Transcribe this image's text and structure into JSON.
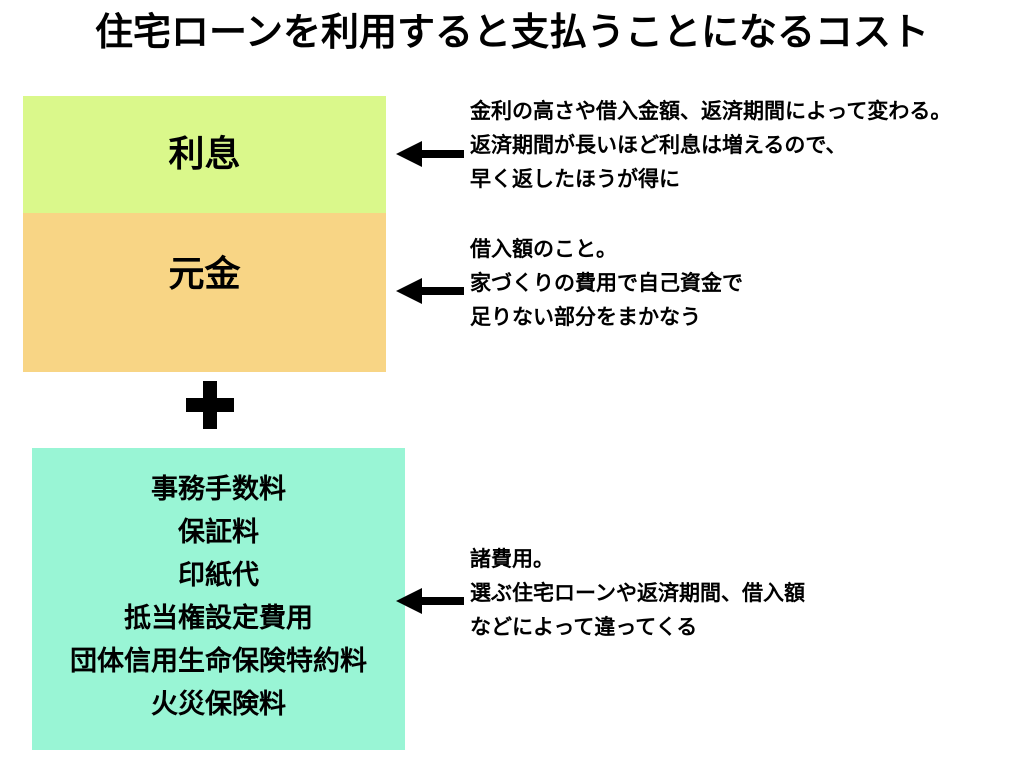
{
  "title": "住宅ローンを利用すると支払うことになるコスト",
  "colors": {
    "interest_block": "#daf88b",
    "principal_block": "#f8d585",
    "fees_block": "#99f5d5",
    "arrow": "#000000",
    "text": "#000000",
    "background": "#ffffff"
  },
  "blocks": {
    "interest": {
      "label": "利息"
    },
    "principal": {
      "label": "元金"
    },
    "operator": {
      "symbol": "+"
    },
    "fees": {
      "items": [
        "事務手数料",
        "保証料",
        "印紙代",
        "抵当権設定費用",
        "団体信用生命保険特約料",
        "火災保険料"
      ]
    }
  },
  "notes": {
    "interest": [
      "金利の高さや借入金額、返済期間によって変わる。",
      "返済期間が長いほど利息は増えるので、",
      "早く返したほうが得に"
    ],
    "principal": [
      "借入額のこと。",
      "家づくりの費用で自己資金で",
      "足りない部分をまかなう"
    ],
    "fees": [
      "諸費用。",
      "選ぶ住宅ローンや返済期間、借入額",
      "などによって違ってくる"
    ]
  }
}
